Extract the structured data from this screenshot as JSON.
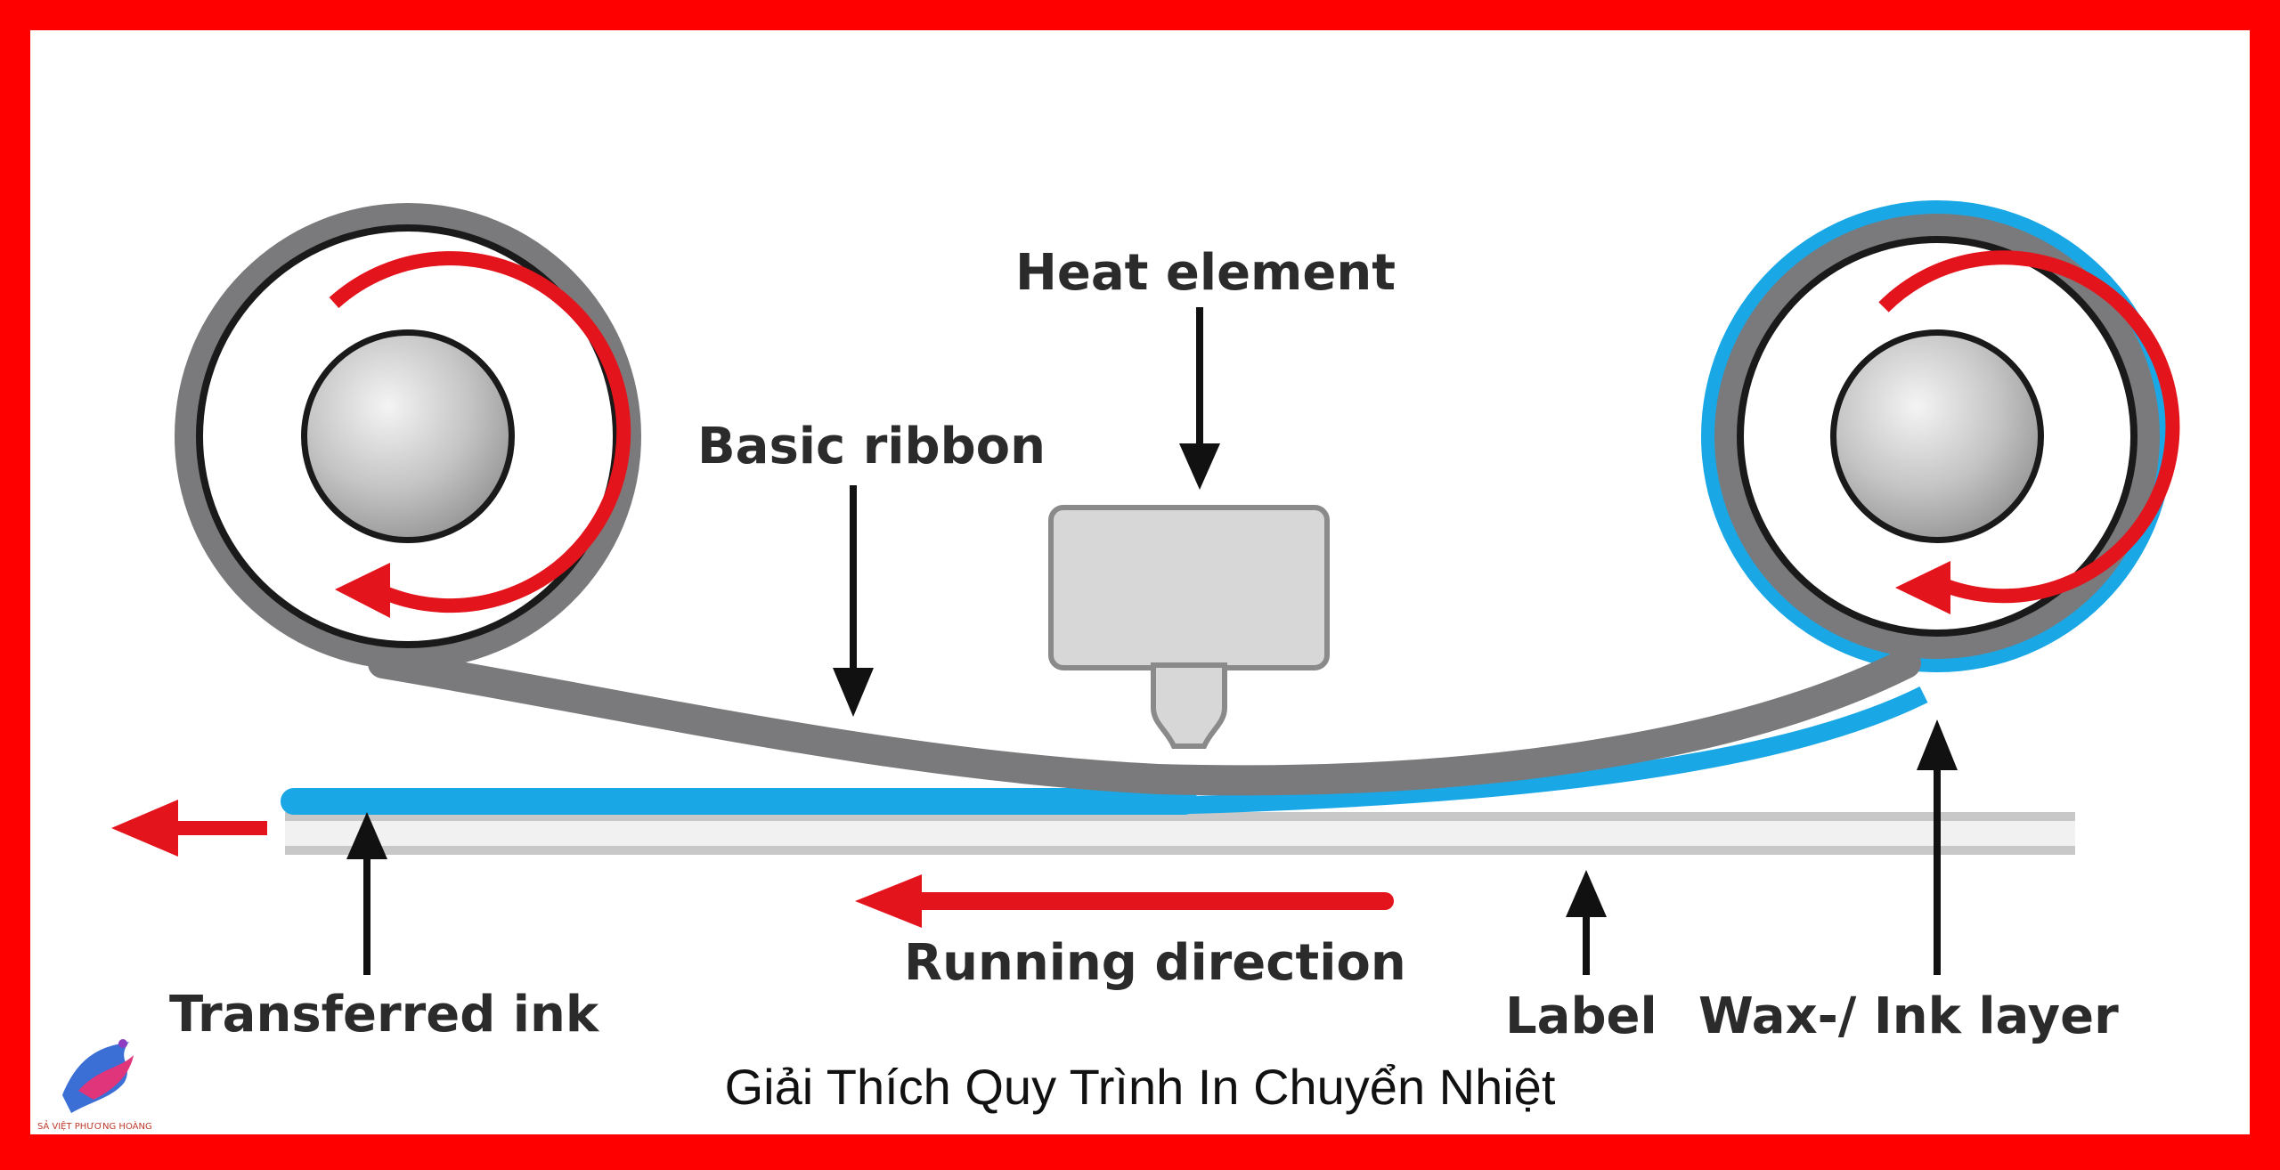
{
  "labels": {
    "heat_element": "Heat element",
    "basic_ribbon": "Basic ribbon",
    "running_direction": "Running direction",
    "transferred_ink": "Transferred ink",
    "label": "Label",
    "wax_ink_layer": "Wax-/ Ink layer"
  },
  "caption": "Giải Thích Quy Trình In Chuyển Nhiệt",
  "logo_text": "SẢ VIỆT PHƯƠNG HOÀNG",
  "colors": {
    "frame": "#fe0000",
    "ribbon": "#7a7a7c",
    "ink": "#19a7e6",
    "arrow_red": "#e3141b",
    "label_stock": "#c8c8c8"
  },
  "icons": [
    "logo-phoenix-icon"
  ]
}
